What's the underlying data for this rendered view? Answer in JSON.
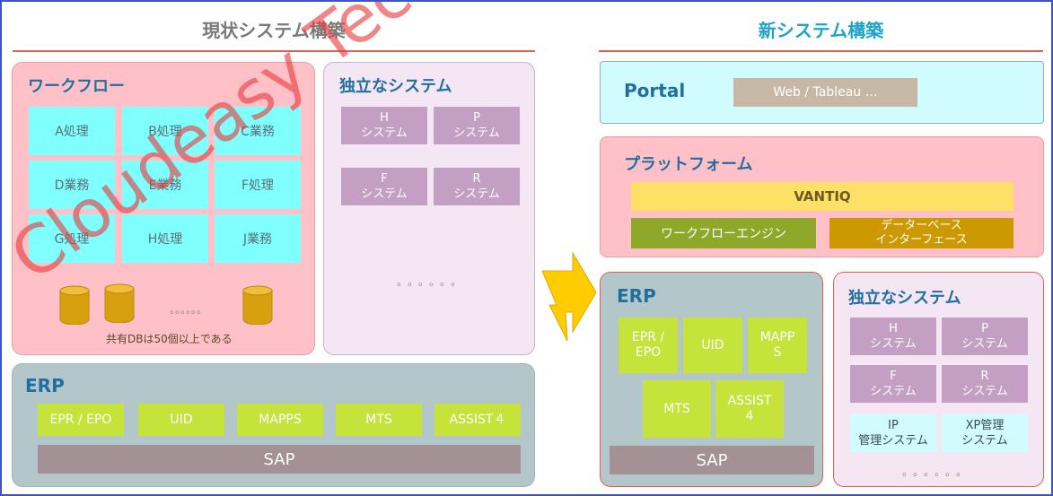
{
  "current": {
    "title": "現状システム構築",
    "workflow": {
      "title": "ワークフロー",
      "cells": [
        "A処理",
        "B処理",
        "C業務",
        "D業務",
        "E業務",
        "F処理",
        "G処理",
        "H処理",
        "J業務"
      ],
      "db_dots": "。。。。。。",
      "db_note": "共有DBは50個以上である"
    },
    "independent": {
      "title": "独立なシステム",
      "systems": [
        {
          "name": "H",
          "sub": "システム"
        },
        {
          "name": "P",
          "sub": "システム"
        },
        {
          "name": "F",
          "sub": "システム"
        },
        {
          "name": "R",
          "sub": "システム"
        }
      ],
      "dots": "。。。。。。"
    },
    "erp": {
      "title": "ERP",
      "modules": [
        "EPR / EPO",
        "UID",
        "MAPPS",
        "MTS",
        "ASSIST４"
      ],
      "sap": "SAP"
    }
  },
  "new": {
    "title": "新システム構築",
    "portal": {
      "title": "Portal",
      "web": "Web / Tableau …"
    },
    "platform": {
      "title": "プラットフォーム",
      "vantiq": "VANTIQ",
      "workflow_engine": "ワークフローエンジン",
      "db_interface": [
        "データーベース",
        "インターフェース"
      ]
    },
    "erp": {
      "title": "ERP",
      "modules": [
        [
          "EPR /",
          "EPO"
        ],
        [
          "UID"
        ],
        [
          "MAPP",
          "S"
        ],
        [
          "MTS"
        ],
        [
          "ASSIST",
          "4"
        ]
      ],
      "sap": "SAP"
    },
    "independent": {
      "title": "独立なシステム",
      "systems": [
        {
          "name": "H",
          "sub": "システム"
        },
        {
          "name": "P",
          "sub": "システム"
        },
        {
          "name": "F",
          "sub": "システム"
        },
        {
          "name": "R",
          "sub": "システム"
        },
        {
          "name": "IP",
          "sub": "管理システム"
        },
        {
          "name": "XP管理",
          "sub": "システム"
        }
      ],
      "dots": "。。。。。。"
    }
  },
  "watermark": "Cloudeasy Technology",
  "colors": {
    "title_current": "#7a7a7a",
    "title_new": "#1fa3c9",
    "workflow_bg": "#ffc0c8",
    "independent_bg": "#f5e6f3",
    "erp_bg": "#b3c7cb",
    "portal_bg": "#d0fbff",
    "platform_bg": "#ffc0c8",
    "arrow": "#ffcc00"
  }
}
